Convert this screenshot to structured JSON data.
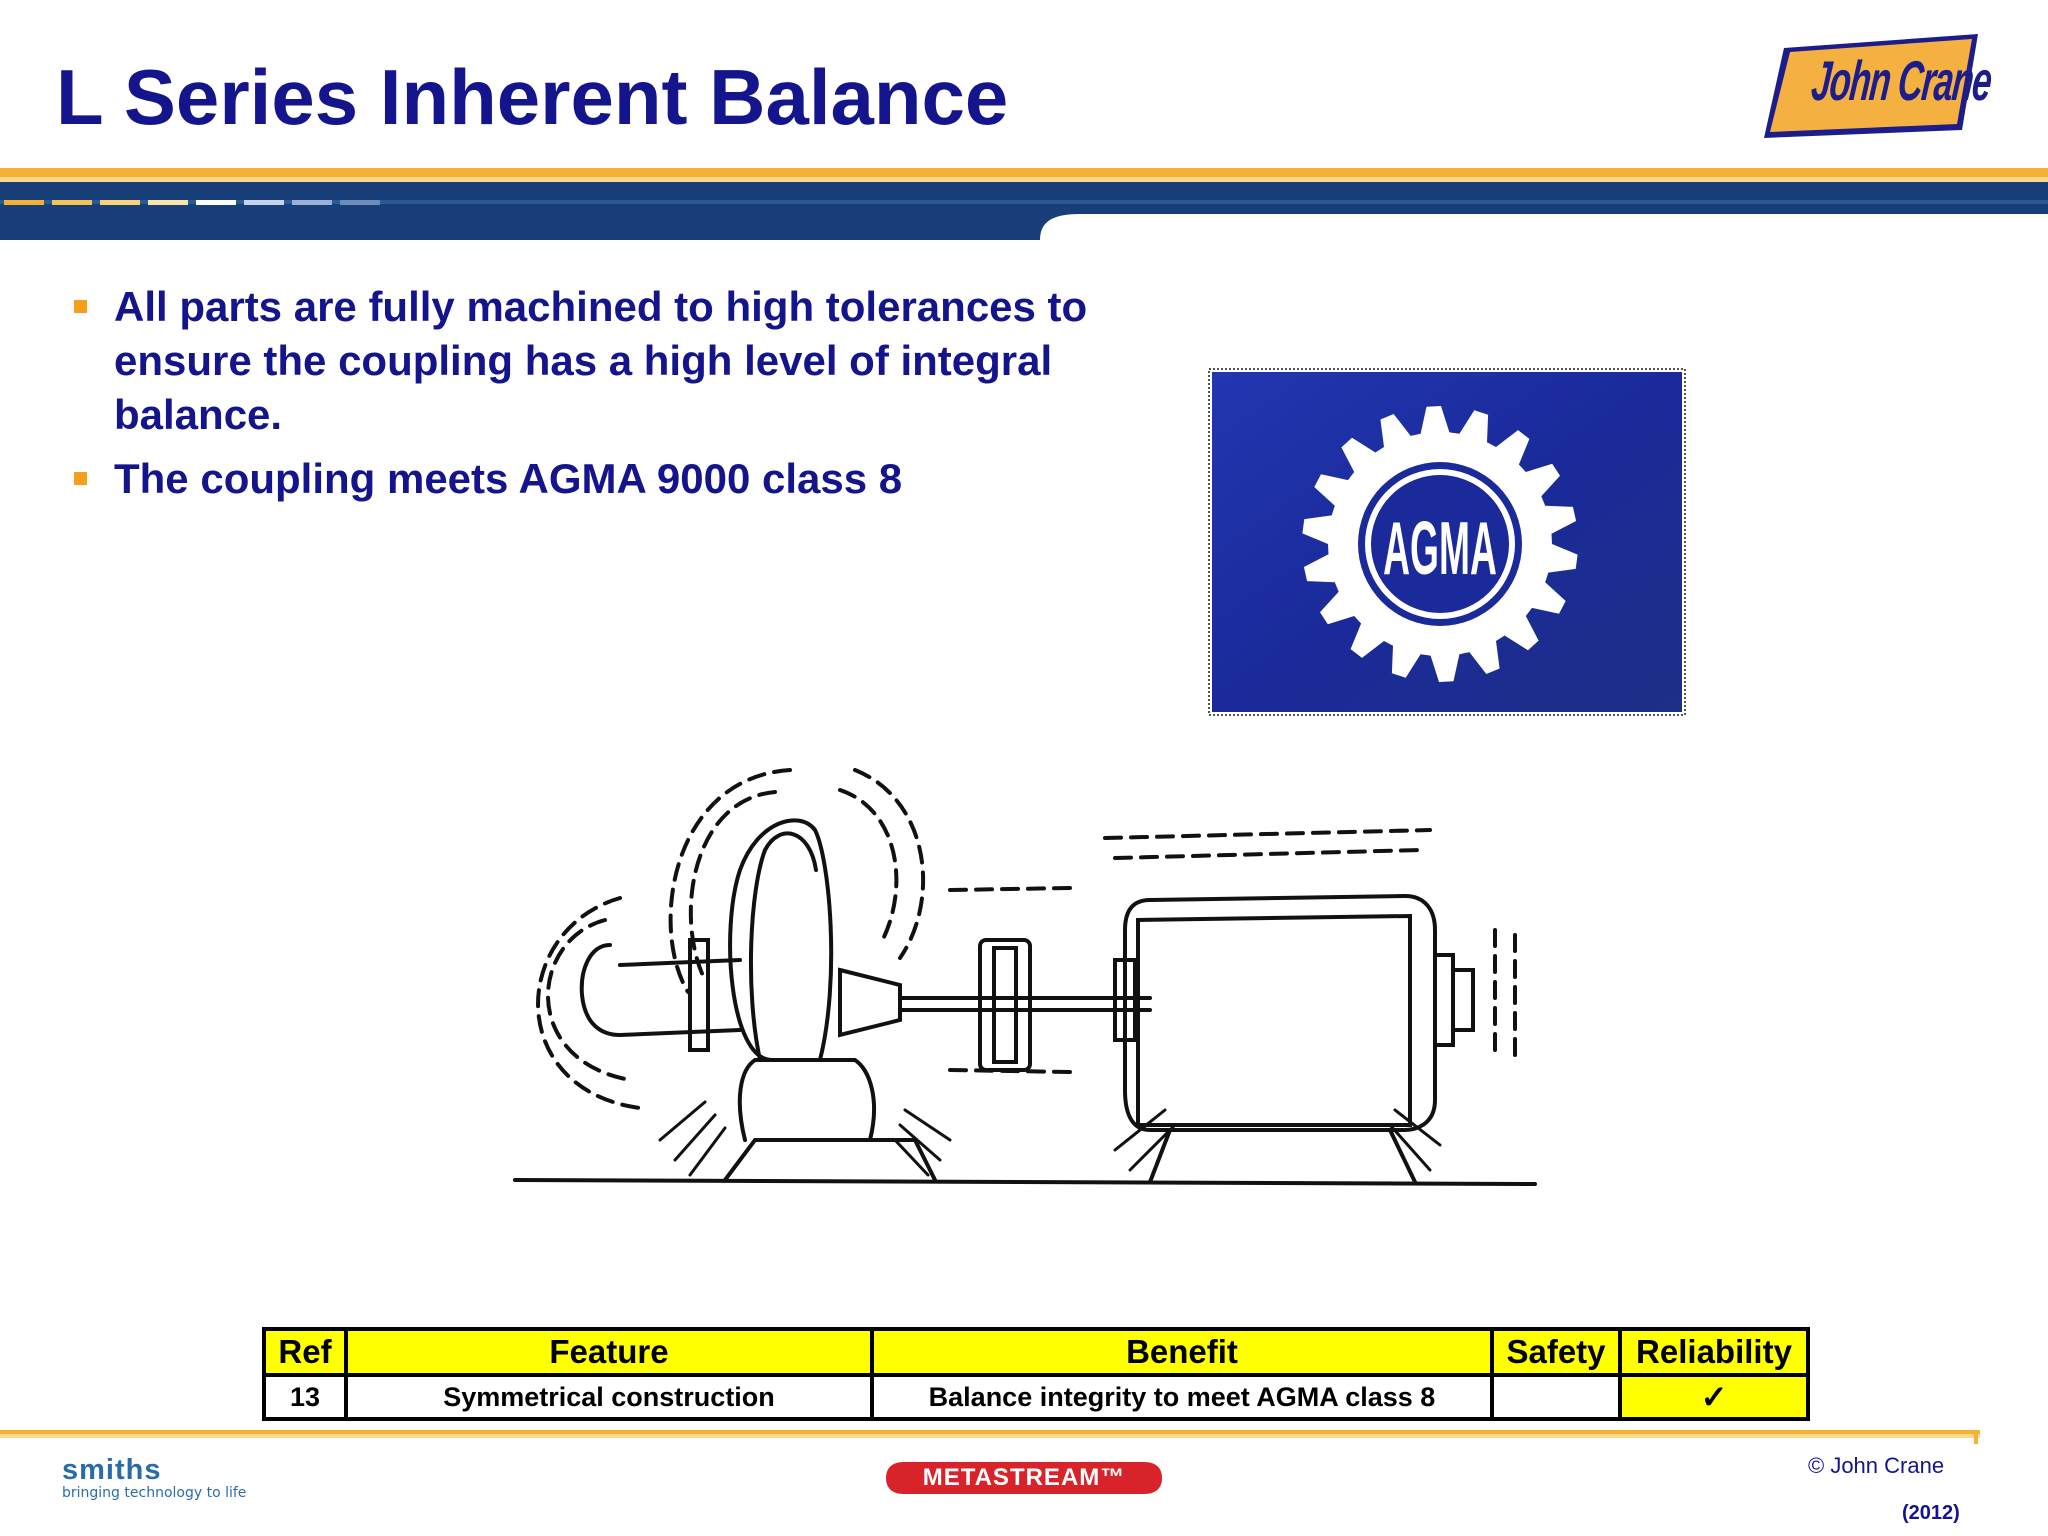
{
  "slide": {
    "title": "L Series Inherent Balance"
  },
  "logo": {
    "text": "John Crane",
    "colors": {
      "fill": "#f5b042",
      "text": "#1c1c8a",
      "border": "#1c1c8a"
    }
  },
  "bullets": [
    "All parts are fully machined to high tolerances to ensure the coupling has a high level of integral balance.",
    "The coupling meets AGMA 9000 class 8"
  ],
  "agma_logo": {
    "text": "AGMA",
    "colors": {
      "background": "#1a2a9a",
      "gear": "#ffffff",
      "ring": "#1a2a9a"
    }
  },
  "table": {
    "headers": [
      "Ref",
      "Feature",
      "Benefit",
      "Safety",
      "Reliability"
    ],
    "rows": [
      {
        "ref": "13",
        "feature": "Symmetrical construction",
        "benefit": "Balance integrity to meet AGMA class 8",
        "safety": "",
        "reliability": "✓"
      }
    ]
  },
  "footer": {
    "smiths_name": "smiths",
    "smiths_tagline": "bringing technology to life",
    "metastream": "METASTREAM™",
    "copyright": "© John Crane",
    "year": "(2012)"
  },
  "colors": {
    "title": "#14148c",
    "accent_orange": "#f5a01a",
    "banner_navy": "#173e78",
    "table_header": "#ffff00"
  }
}
